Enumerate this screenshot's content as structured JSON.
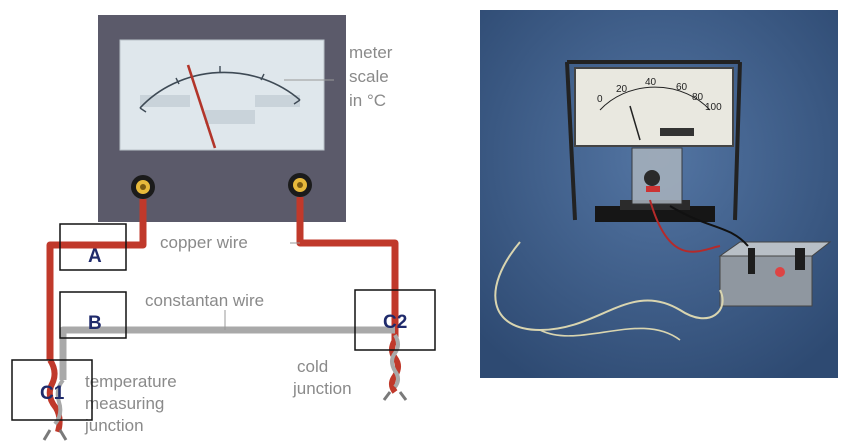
{
  "diagram": {
    "meter_label": [
      "meter",
      "scale",
      "in °C"
    ],
    "copper_wire_label": "copper wire",
    "constantan_wire_label": "constantan wire",
    "cold_junction_label": [
      "cold",
      "junction"
    ],
    "measuring_junction_label": [
      "temperature",
      "measuring",
      "junction"
    ],
    "box_labels": {
      "a": "A",
      "b": "B",
      "c1": "C1",
      "c2": "C2"
    }
  },
  "photo": {
    "scale_ticks": [
      "0",
      "20",
      "40",
      "60",
      "80",
      "100"
    ]
  },
  "colors": {
    "copper": "#c0392b",
    "constantan": "#a9a9a9",
    "meter_body": "#5b5a6a",
    "photo_background": "#3f5f8c",
    "label_box": "#1f2a6b"
  }
}
